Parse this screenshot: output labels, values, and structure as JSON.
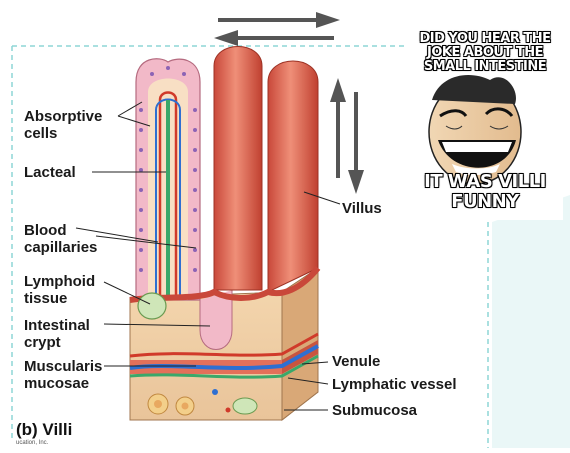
{
  "labels": {
    "absorptive_cells": "Absorptive\ncells",
    "lacteal": "Lacteal",
    "blood_capillaries": "Blood\ncapillaries",
    "lymphoid_tissue": "Lymphoid\ntissue",
    "intestinal_crypt": "Intestinal\ncrypt",
    "muscularis_mucosae": "Muscularis\nmucosae",
    "villus": "Villus",
    "venule": "Venule",
    "lymphatic_vessel": "Lymphatic vessel",
    "submucosa": "Submucosa"
  },
  "caption": "(b) Villi",
  "copyright_fragment": "ucation, Inc.",
  "meme": {
    "top_text": "DID YOU HEAR THE\nJOKE ABOUT THE\nSMALL INTESTINE",
    "bottom_text": "IT WAS VILLI\nFUNNY"
  },
  "colors": {
    "tissue_red": "#e06a55",
    "epithelium_pink": "#f2b9c8",
    "capillary_blue": "#2e6fd1",
    "lacteal_green": "#3aa86a",
    "arrow_gray": "#555555",
    "dashed_border": "#8ed6d6"
  }
}
